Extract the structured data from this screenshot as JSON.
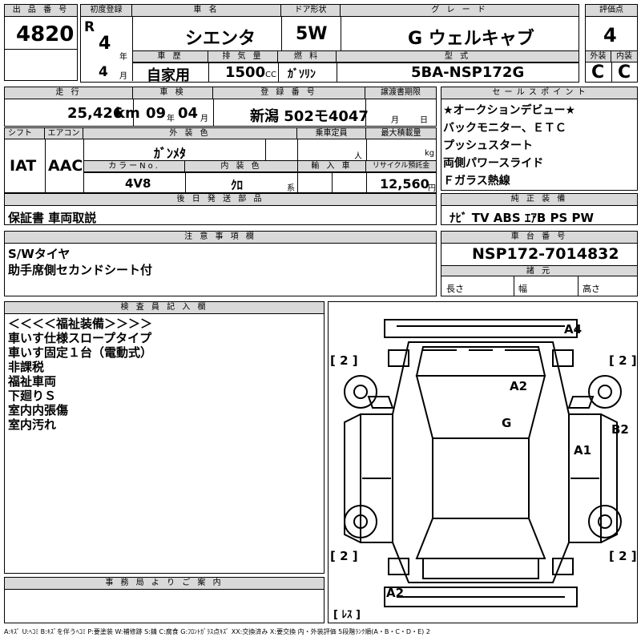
{
  "lot": {
    "header": "出 品 番 号",
    "value": "4820"
  },
  "first_reg": {
    "header": "初度登録",
    "era": "R",
    "year": "4",
    "year_unit": "年",
    "month": "4",
    "month_unit": "月"
  },
  "car_name": {
    "header": "車  名",
    "value": "シエンタ"
  },
  "door": {
    "header": "ドア形状",
    "value": "5W"
  },
  "grade": {
    "header": "グ レ ー ド",
    "value": "G ウェルキャブ"
  },
  "score": {
    "header": "評価点",
    "value": "4",
    "ext_label": "外装",
    "int_label": "内装",
    "ext": "C",
    "int": "C"
  },
  "history": {
    "header": "車 歴",
    "value": "自家用"
  },
  "displacement": {
    "header": "排 気 量",
    "value": "1500",
    "unit": "CC"
  },
  "fuel": {
    "header": "燃 料",
    "value": "ｶﾞｿﾘﾝ"
  },
  "model_code": {
    "header": "型 式",
    "value": "5BA-NSP172G"
  },
  "mileage": {
    "header": "走 行",
    "value": "25,426",
    "unit": "km"
  },
  "inspection": {
    "header": "車 検",
    "year": "09",
    "year_unit": "年",
    "month": "04",
    "month_unit": "月"
  },
  "registration": {
    "header": "登 録 番 号",
    "value": "新潟 502モ4047"
  },
  "transfer_deadline": {
    "header": "譲渡書期限",
    "month_unit": "月",
    "day_unit": "日"
  },
  "sales_points": {
    "header": "セ ー ル ス ポ イ ン ト",
    "items": [
      "★オークションデビュー★",
      "バックモニター、ＥＴＣ",
      "プッシュスタート",
      "両側パワースライド",
      "Ｆガラス熱線"
    ]
  },
  "shift": {
    "header": "シフト",
    "value": "IAT"
  },
  "aircon": {
    "header": "エアコン",
    "value": "AAC"
  },
  "exterior_color": {
    "header": "外 装 色",
    "value": "ｶﾞﾝﾒﾀ"
  },
  "capacity": {
    "header": "乗車定員",
    "unit": "人"
  },
  "max_load": {
    "header": "最大積載量",
    "unit": "kg"
  },
  "color_no": {
    "header": "カラーNo.",
    "value": "4V8"
  },
  "interior_color": {
    "header": "内 装 色",
    "value": "ｸﾛ",
    "unit": "系"
  },
  "import": {
    "header": "輸 入 車"
  },
  "recycle": {
    "header": "リサイクル預託金",
    "value": "12,560",
    "unit": "円"
  },
  "later_docs": {
    "header": "後 日 発 送 部 品",
    "value": "保証書 車両取説"
  },
  "equipment": {
    "header": "純 正 装 備",
    "value": "ﾅﾋﾞ TV ABS ｴｱB PS PW"
  },
  "notes": {
    "header": "注 意 事 項 欄",
    "lines": [
      "S/Wタイヤ",
      "助手席側セカンドシート付"
    ]
  },
  "chassis": {
    "header": "車 台 番 号",
    "value": "NSP172-7014832"
  },
  "dimensions": {
    "header": "諸 元",
    "length": "長さ",
    "width": "幅",
    "height": "高さ"
  },
  "inspector": {
    "header": "検 査 員 記 入 欄",
    "lines": [
      "＜＜＜＜福祉装備＞＞＞＞",
      "車いす仕様スロープタイプ",
      "車いす固定１台（電動式）",
      "非課税",
      "福祉車両",
      "下廻りＳ",
      "室内内張傷",
      "室内汚れ"
    ]
  },
  "office": {
    "header": "事 務 局 よ り ご 案 内"
  },
  "diagram": {
    "tire": "[ 2 ]",
    "marks": {
      "a4": "A4",
      "a2_top": "A2",
      "g": "G",
      "b2": "B2",
      "a1": "A1",
      "a2_bottom": "A2"
    },
    "spare": "[ ﾚｽ ]"
  },
  "legend": "A:ｷｽﾞ U:ﾍｺﾐ B:ｷｽﾞを伴うﾍｺﾐ P:要塗装 W:補修跡 S:錆 C:腐食 G:ﾌﾛﾝﾄｶﾞﾗｽ点ｷｽﾞ XX:交換済み X:要交換 内・外装評価 5段階ﾗﾝｸ順(A・B・C・D・E) 2"
}
